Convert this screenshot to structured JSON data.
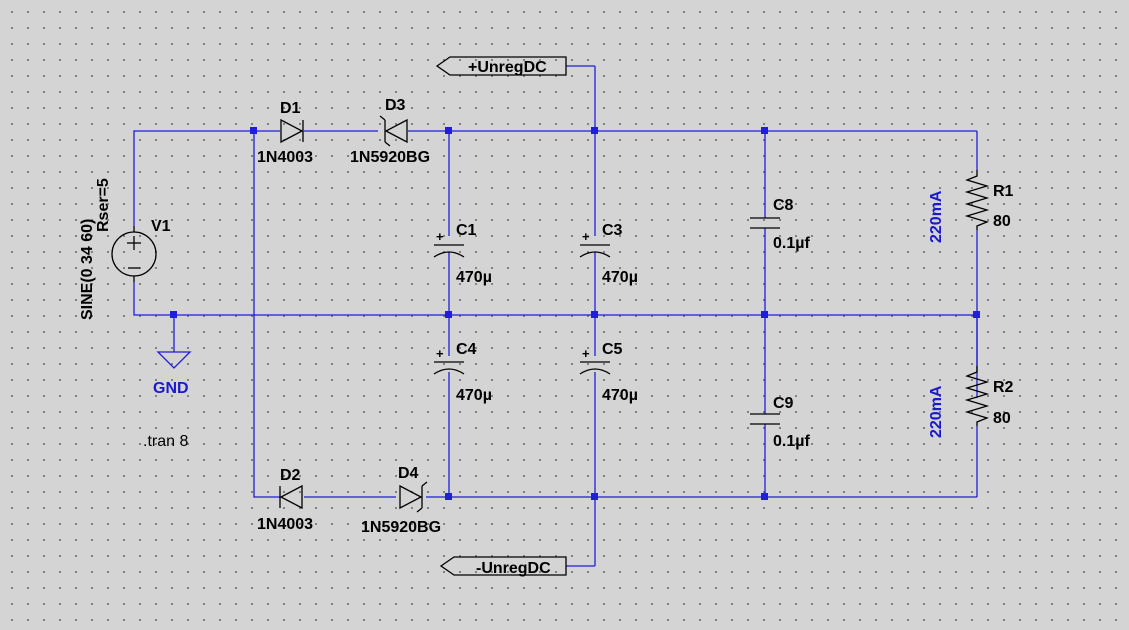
{
  "source": {
    "name": "V1",
    "value": "SINE(0 34 60)",
    "param": "Rser=5"
  },
  "ground": {
    "label": "GND"
  },
  "directive": ".tran 8",
  "diodes": {
    "d1": {
      "name": "D1",
      "model": "1N4003"
    },
    "d2": {
      "name": "D2",
      "model": "1N4003"
    },
    "d3": {
      "name": "D3",
      "model": "1N5920BG"
    },
    "d4": {
      "name": "D4",
      "model": "1N5920BG"
    }
  },
  "capacitors": {
    "c1": {
      "name": "C1",
      "value": "470µ"
    },
    "c3": {
      "name": "C3",
      "value": "470µ"
    },
    "c4": {
      "name": "C4",
      "value": "470µ"
    },
    "c5": {
      "name": "C5",
      "value": "470µ"
    },
    "c8": {
      "name": "C8",
      "value": "0.1µf"
    },
    "c9": {
      "name": "C9",
      "value": "0.1µf"
    }
  },
  "resistors": {
    "r1": {
      "name": "R1",
      "value": "80",
      "current": "220mA"
    },
    "r2": {
      "name": "R2",
      "value": "80",
      "current": "220mA"
    }
  },
  "net_labels": {
    "pos": "+UnregDC",
    "neg": "-UnregDC"
  },
  "colors": {
    "wire": "#1f1fd8",
    "component": "#000000",
    "annotation": "#1a1acd",
    "background": "#d4d4d4"
  }
}
